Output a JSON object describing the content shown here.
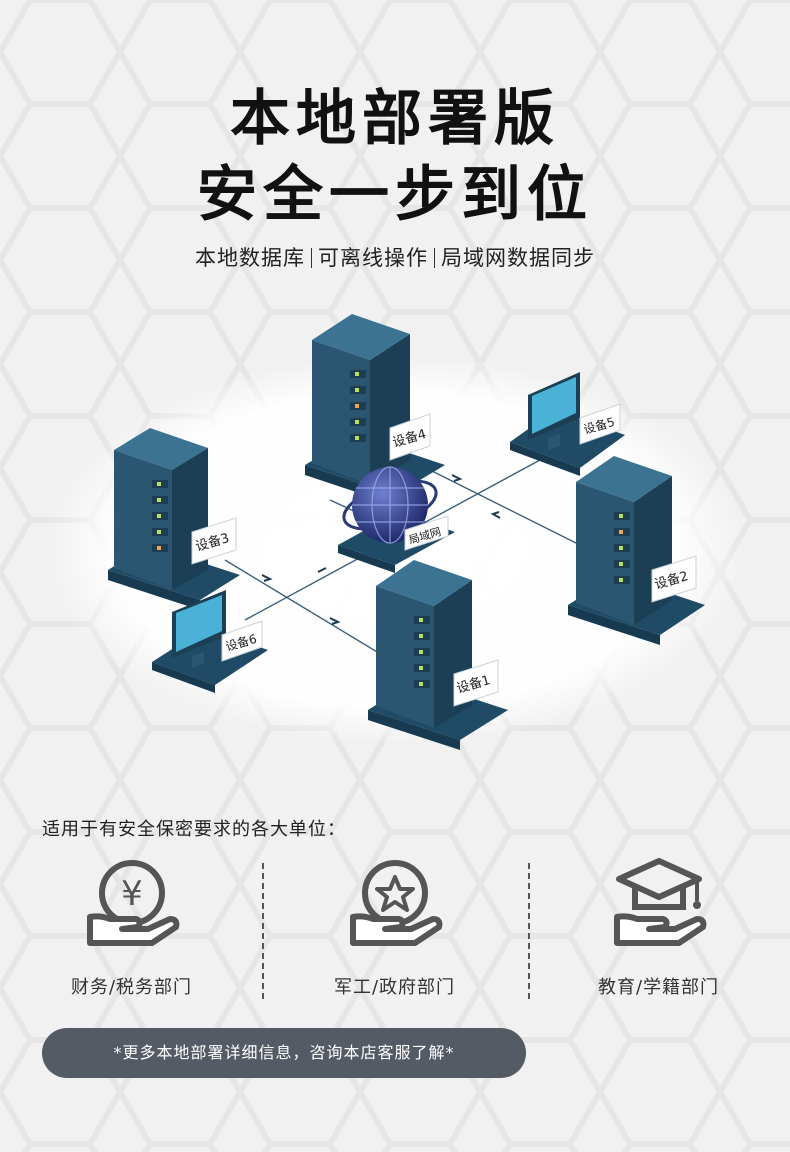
{
  "header": {
    "title_line1": "本地部署版",
    "title_line2": "安全一步到位",
    "features": [
      "本地数据库",
      "可离线操作",
      "局域网数据同步"
    ]
  },
  "diagram": {
    "hub_label": "局域网",
    "devices": {
      "d1": "设备1",
      "d2": "设备2",
      "d3": "设备3",
      "d4": "设备4",
      "d5": "设备5",
      "d6": "设备6"
    }
  },
  "intro": "适用于有安全保密要求的各大单位：",
  "units": [
    {
      "label": "财务/税务部门",
      "icon": "money-hand-icon"
    },
    {
      "label": "军工/政府部门",
      "icon": "star-hand-icon"
    },
    {
      "label": "教育/学籍部门",
      "icon": "graduation-hand-icon"
    }
  ],
  "cta": "*更多本地部署详细信息，咨询本店客服了解*",
  "colors": {
    "server_front": "#2a5672",
    "server_side": "#1c3f56",
    "server_top": "#3d7392",
    "base": "#1f4b66",
    "cta_bg": "#545b64",
    "globe": "#2f3f8f"
  }
}
